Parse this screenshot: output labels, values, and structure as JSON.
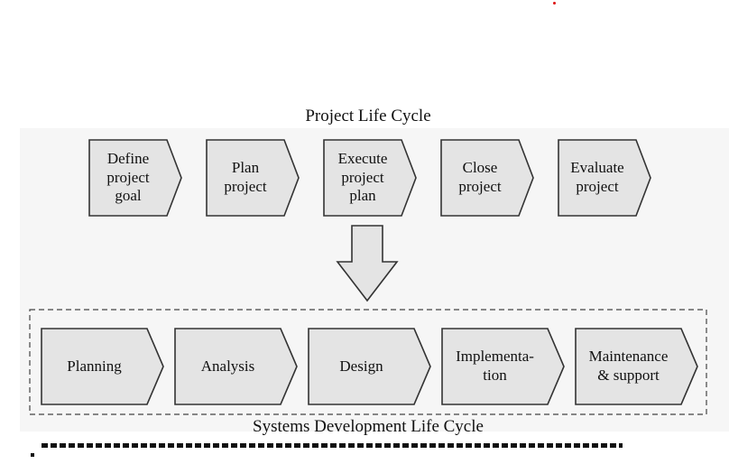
{
  "project_life_cycle": {
    "title": "Project Life Cycle",
    "steps": [
      {
        "label": "Define\nproject\ngoal"
      },
      {
        "label": "Plan\nproject"
      },
      {
        "label": "Execute\nproject\nplan"
      },
      {
        "label": "Close\nproject"
      },
      {
        "label": "Evaluate\nproject"
      }
    ]
  },
  "sdlc": {
    "title": "Systems Development Life Cycle",
    "steps": [
      {
        "label": "Planning"
      },
      {
        "label": "Analysis"
      },
      {
        "label": "Design"
      },
      {
        "label": "Implementa-\ntion"
      },
      {
        "label": "Maintenance\n& support"
      }
    ]
  },
  "colors": {
    "chevron_fill": "#e4e4e4",
    "chevron_stroke": "#333333",
    "background_band": "#f6f6f6",
    "red_dot": "#d11111"
  }
}
